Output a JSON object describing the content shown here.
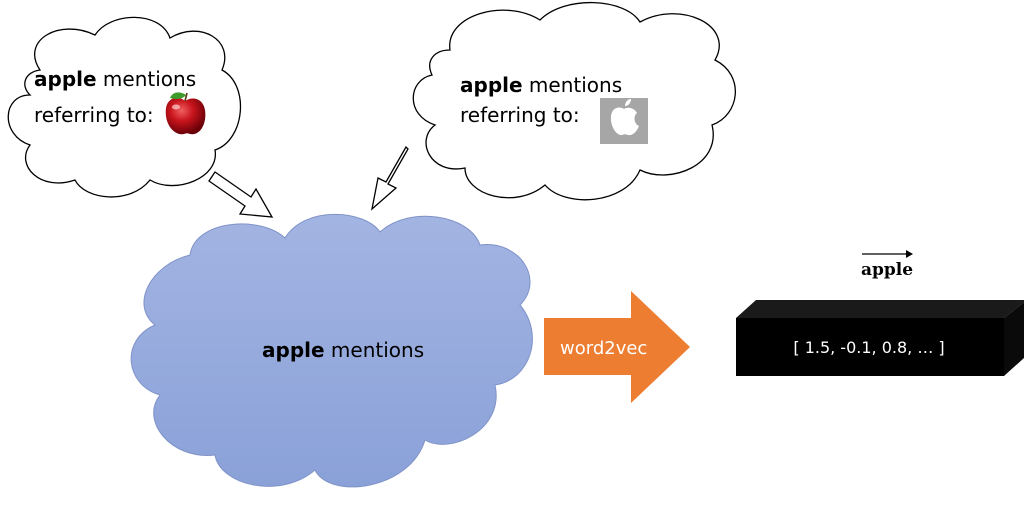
{
  "clouds": {
    "fruit": {
      "keyword": "apple",
      "rest": " mentions",
      "line2": "referring to:",
      "icon": "red-apple-fruit-icon"
    },
    "company": {
      "keyword": "apple",
      "rest": " mentions",
      "line2": "referring to:",
      "icon": "apple-logo-icon"
    },
    "merged": {
      "keyword": "apple",
      "rest": " mentions",
      "color": "#8fa6da"
    }
  },
  "process_arrow": {
    "label": "word2vec",
    "color": "#ed7d31"
  },
  "vector": {
    "label": "apple",
    "values": "[ 1.5, -0.1, 0.8, … ]",
    "box_color": "#000000"
  }
}
